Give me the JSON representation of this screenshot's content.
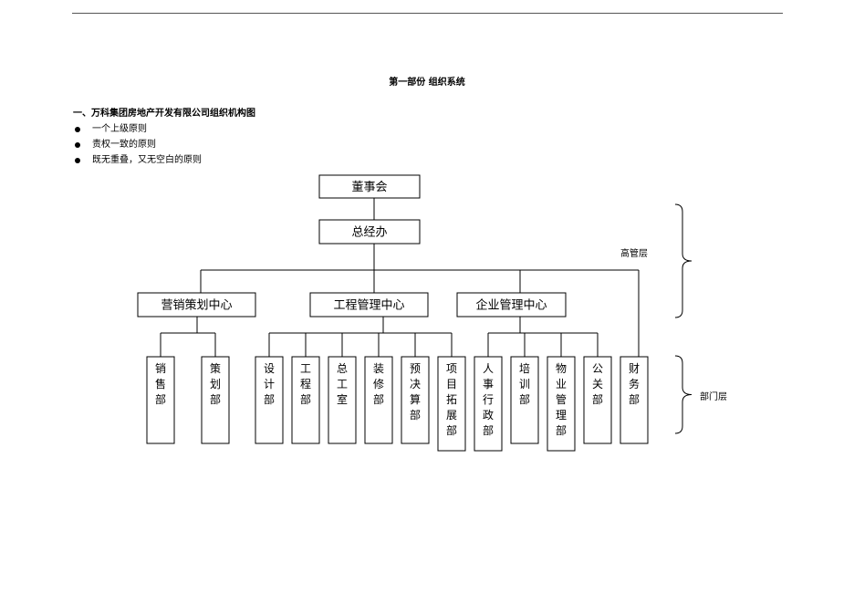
{
  "document": {
    "section_title": "第一部份   组织系统",
    "heading": "一、万科集团房地产开发有限公司组织机构图",
    "principles": [
      "一个上级原则",
      "责权一致的原则",
      "既无重叠，又无空白的原则"
    ]
  },
  "org_chart": {
    "board": "董事会",
    "gm_office": "总经办",
    "centers": [
      "营销策划中心",
      "工程管理中心",
      "企业管理中心"
    ],
    "departments": {
      "marketing": [
        "销售部",
        "策划部"
      ],
      "engineering": [
        "设计部",
        "工程部",
        "总工室",
        "装修部",
        "预决算部",
        "项目拓展部"
      ],
      "enterprise": [
        "人事行政部",
        "培训部",
        "物业管理部",
        "公关部"
      ],
      "direct": [
        "财务部"
      ]
    },
    "layers": {
      "senior": "高管层",
      "department": "部门层"
    }
  }
}
